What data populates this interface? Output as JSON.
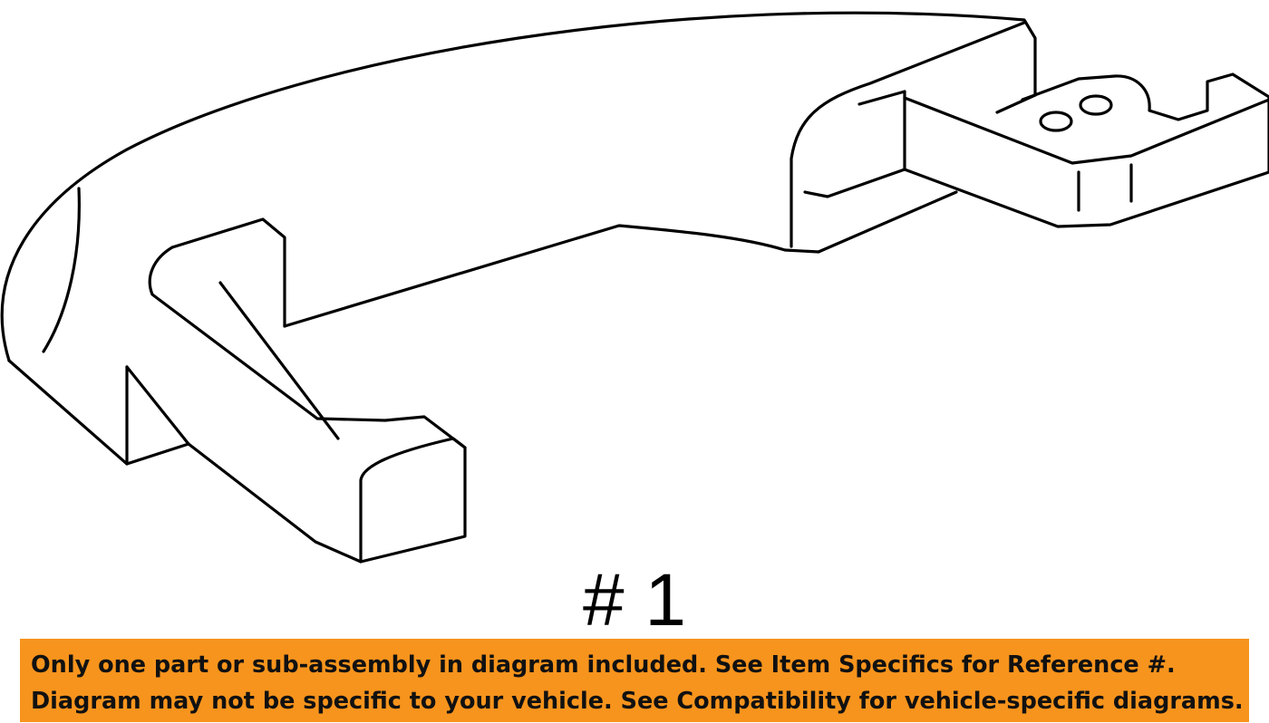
{
  "diagram": {
    "callout_label": "# 1"
  },
  "notice": {
    "line1": "Only one part or sub-assembly in diagram included. See Item Specifics for Reference #.",
    "line2": "Diagram may not be specific to your vehicle. See Compatibility for vehicle-specific diagrams.",
    "background_color": "#f7941d"
  }
}
